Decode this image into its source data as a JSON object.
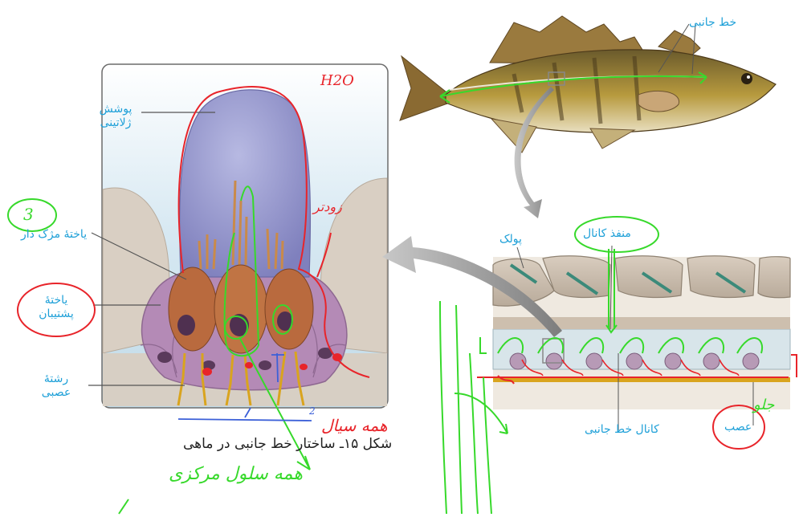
{
  "labels": {
    "lateral_line": "خط جانبی",
    "gelatinous_cover_1": "پوشش",
    "gelatinous_cover_2": "ژلاتینی",
    "hair_cell": "یاختهٔ مژک دار",
    "support_cell_1": "یاختهٔ",
    "support_cell_2": "پشتیبان",
    "nerve_fiber_1": "رشتهٔ",
    "nerve_fiber_2": "عصبی",
    "scale": "پولک",
    "canal_opening": "منفذ کانال",
    "lateral_line_canal": "کانال خط جانبی",
    "nerve": "عصب"
  },
  "caption": "شکل ۱۵ـ ساختار خط جانبی در ماهی",
  "annotations": {
    "h2o": "H2O",
    "number_three": "3",
    "number_two": "2",
    "red_side_text": "زودتر",
    "red_bottom_text": "همه سیال",
    "green_bottom_text": "همه سلول مرکزی",
    "green_right_text": "جلو"
  },
  "colors": {
    "label_blue": "#1ea0d8",
    "annotation_red": "#e8242a",
    "annotation_green": "#37d92b",
    "cupula": "#8f8fc6",
    "support_cell": "#b48ab6",
    "hair_cell": "#b96a3e",
    "nerve": "#d9a41e"
  }
}
